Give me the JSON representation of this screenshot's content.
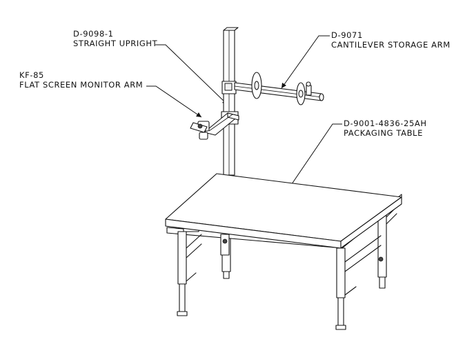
{
  "callouts": {
    "upright": {
      "part": "D-9098-1",
      "desc": "STRAIGHT UPRIGHT"
    },
    "cantilever": {
      "part": "D-9071",
      "desc": "CANTILEVER STORAGE ARM"
    },
    "monitor_arm": {
      "part": "KF-85",
      "desc": "FLAT SCREEN MONITOR ARM"
    },
    "table": {
      "part": "D-9001-4836-25AH",
      "desc": "PACKAGING TABLE"
    }
  }
}
